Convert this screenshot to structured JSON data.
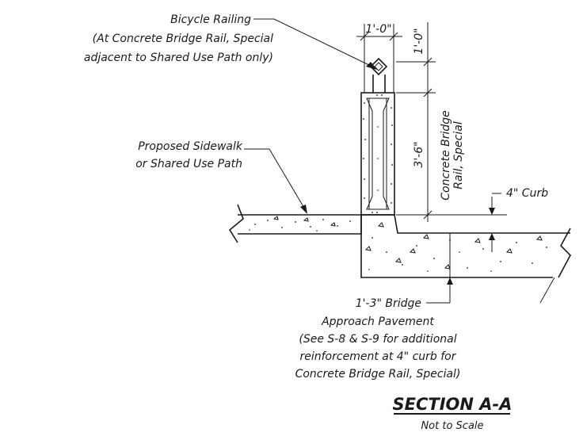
{
  "labels": {
    "bicycle_railing": [
      "Bicycle Railing",
      "(At Concrete Bridge Rail, Special",
      "adjacent to Shared Use Path only)"
    ],
    "sidewalk": [
      "Proposed Sidewalk",
      "or Shared Use Path"
    ],
    "rail": [
      "Concrete Bridge",
      "Rail, Special"
    ],
    "curb": "4\" Curb",
    "pavement": [
      "1'-3\" Bridge",
      "Approach Pavement",
      "(See S-8 & S-9 for additional",
      "reinforcement at 4\" curb for",
      "Concrete Bridge Rail, Special)"
    ]
  },
  "dimensions": {
    "railing_width": "1'-0\"",
    "railing_height": "1'-0\"",
    "rail_height": "3'-6\""
  },
  "title": {
    "section": "SECTION A-A",
    "scale": "Not to Scale"
  }
}
